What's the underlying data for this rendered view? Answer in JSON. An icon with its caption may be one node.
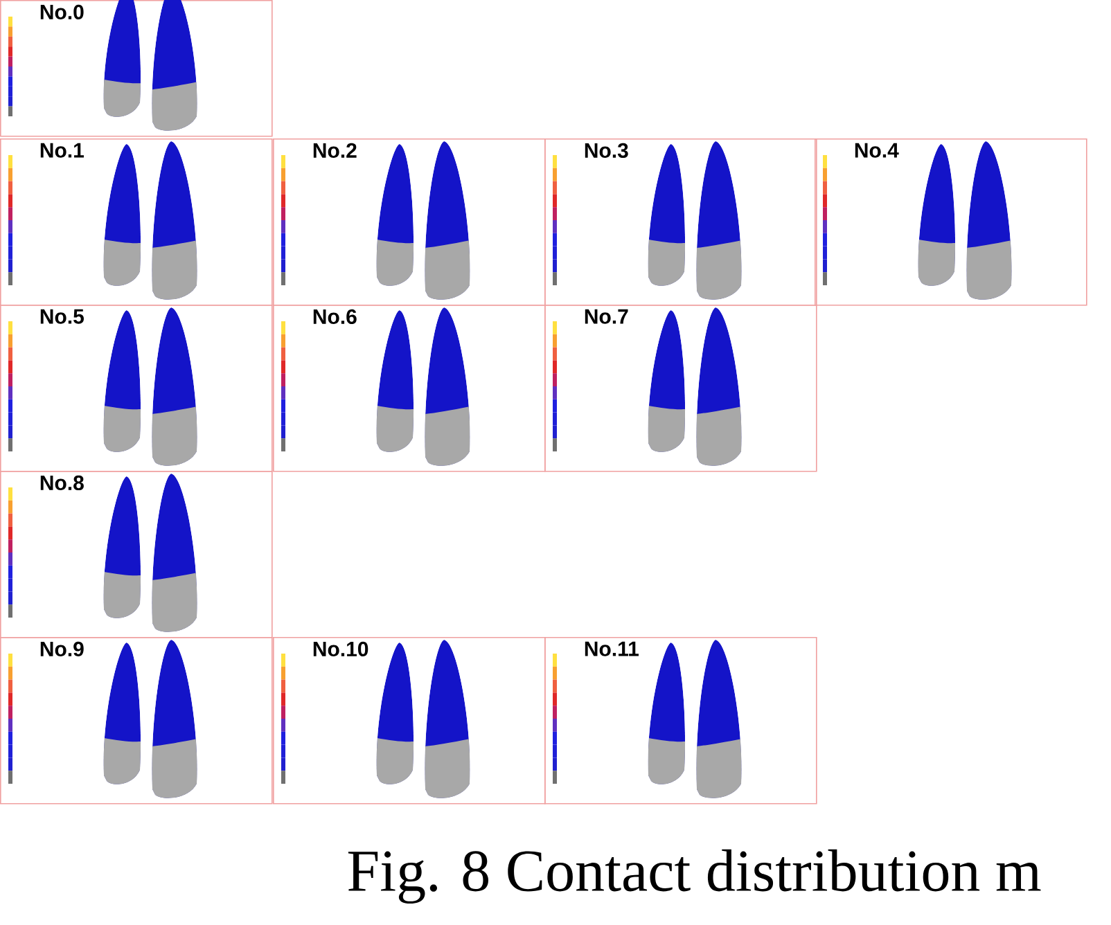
{
  "diagram": {
    "caption": "Fig. 8 Contact distribution m",
    "nodes": [
      {
        "text": [
          "No.0"
        ]
      },
      {
        "text": [
          "No.1"
        ]
      },
      {
        "text": [
          "No.2"
        ]
      },
      {
        "text": [
          "No.3"
        ]
      },
      {
        "text": [
          "No.4"
        ]
      },
      {
        "text": [
          "No.5"
        ]
      },
      {
        "text": [
          "No.6"
        ]
      },
      {
        "text": [
          "No.7"
        ]
      },
      {
        "text": [
          "No.8"
        ]
      },
      {
        "text": [
          "No.9"
        ]
      },
      {
        "text": [
          "No.10"
        ]
      },
      {
        "text": [
          "No.11"
        ]
      }
    ]
  }
}
